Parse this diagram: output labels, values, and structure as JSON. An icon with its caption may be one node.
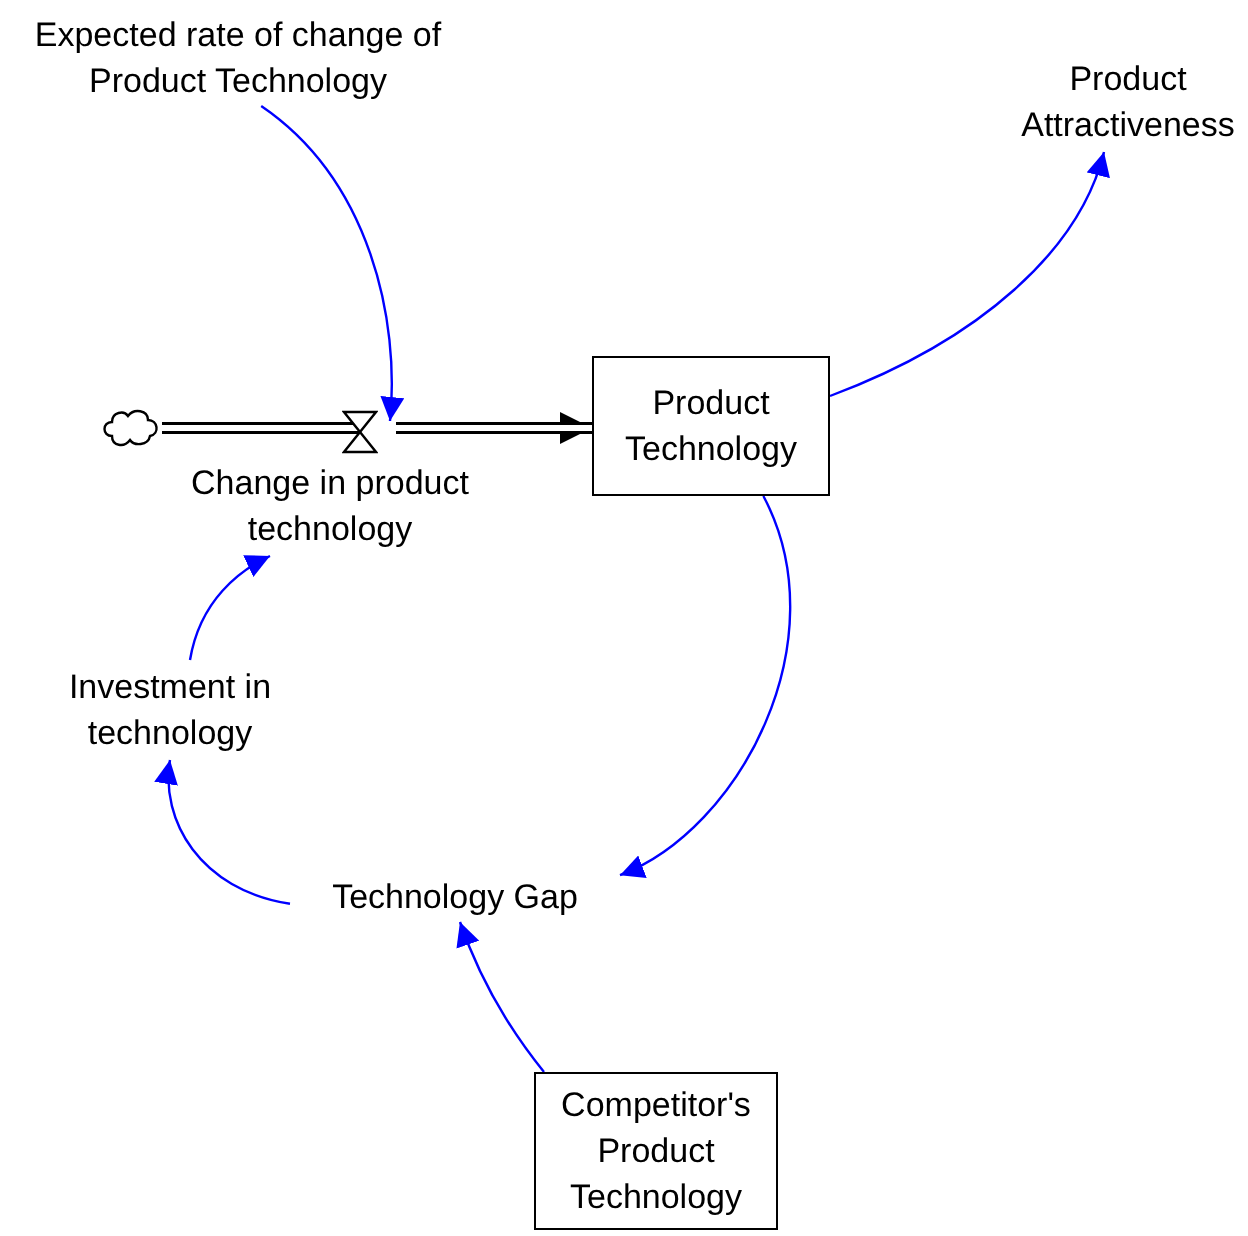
{
  "diagram": {
    "nodes": [
      {
        "text": [],
        "shape": "cloud"
      },
      {
        "text": [
          "Change in product technology"
        ]
      },
      {
        "text": [
          "Product Technology"
        ]
      },
      {
        "text": [
          "Expected rate of change of Product Technology"
        ]
      },
      {
        "text": [
          "Product Attractiveness"
        ]
      },
      {
        "text": [
          "Investment in technology"
        ]
      },
      {
        "text": [
          "Technology Gap"
        ]
      },
      {
        "text": [
          "Competitor's Product Technology"
        ]
      }
    ],
    "edges": [
      {
        "from": 0,
        "to": 1,
        "arrow": "none",
        "style": "thick",
        "color": "#000000"
      },
      {
        "from": 1,
        "to": 2,
        "arrow": "to",
        "style": "thick",
        "color": "#000000"
      },
      {
        "from": 3,
        "to": 1,
        "arrow": "to"
      },
      {
        "from": 2,
        "to": 4,
        "arrow": "to"
      },
      {
        "from": 2,
        "to": 6,
        "arrow": "to"
      },
      {
        "from": 6,
        "to": 5,
        "arrow": "to"
      },
      {
        "from": 5,
        "to": 1,
        "arrow": "to"
      },
      {
        "from": 7,
        "to": 6,
        "arrow": "to"
      }
    ]
  }
}
